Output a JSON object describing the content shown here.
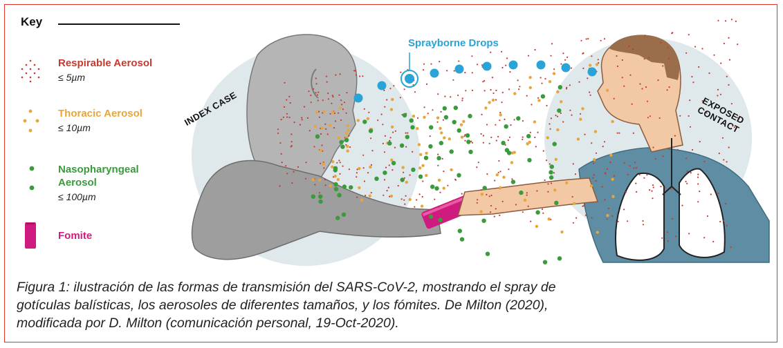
{
  "key": {
    "title": "Key",
    "items": [
      {
        "name": "Respirable Aerosol",
        "size": "≤ 5µm",
        "color": "#c5392f",
        "icon": "small-dots-icon"
      },
      {
        "name": "Thoracic Aerosol",
        "size": "≤ 10µm",
        "color": "#e8a53c",
        "icon": "medium-dots-icon"
      },
      {
        "name_line1": "Nasopharyngeal",
        "name_line2": "Aerosol",
        "size": "≤ 100µm",
        "color": "#3a9a3c",
        "icon": "large-dots-icon"
      },
      {
        "name": "Fomite",
        "color": "#cf1b7f",
        "icon": "phone-icon"
      }
    ]
  },
  "illustration": {
    "spray_label": "Sprayborne Drops",
    "index_label": "INDEX CASE",
    "exposed_label_line1": "EXPOSED",
    "exposed_label_line2": "CONTACT",
    "spray_color": "#2aa3d6"
  },
  "caption": {
    "line1": "Figura 1: ilustración de las formas de transmisión del SARS-CoV-2, mostrando el spray de",
    "line2": "gotículas balísticas, los aerosoles de diferentes tamaños, y los fómites.  De Milton (2020),",
    "line3": "modificada por D. Milton (comunicación personal, 19-Oct-2020)."
  }
}
